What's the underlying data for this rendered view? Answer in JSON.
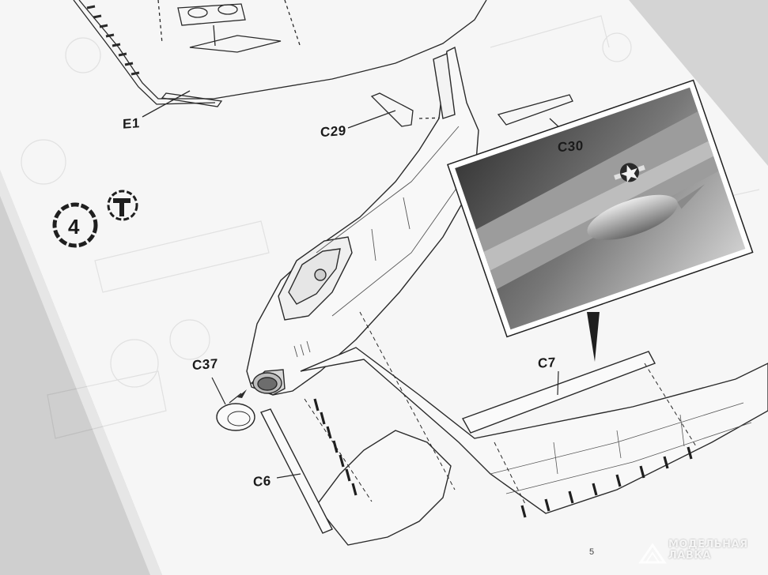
{
  "parts": {
    "e1": "E1",
    "c29": "C29",
    "c30": "C30",
    "c37": "C37",
    "c7": "C7",
    "c6": "C6"
  },
  "step": {
    "number": "4"
  },
  "page_number": "5",
  "watermark": "МОДЕЛЬНАЯ ЛАВКА",
  "colors": {
    "paper": "#f6f6f6",
    "ink": "#2a2a2a",
    "background": "#d9d9d9"
  }
}
